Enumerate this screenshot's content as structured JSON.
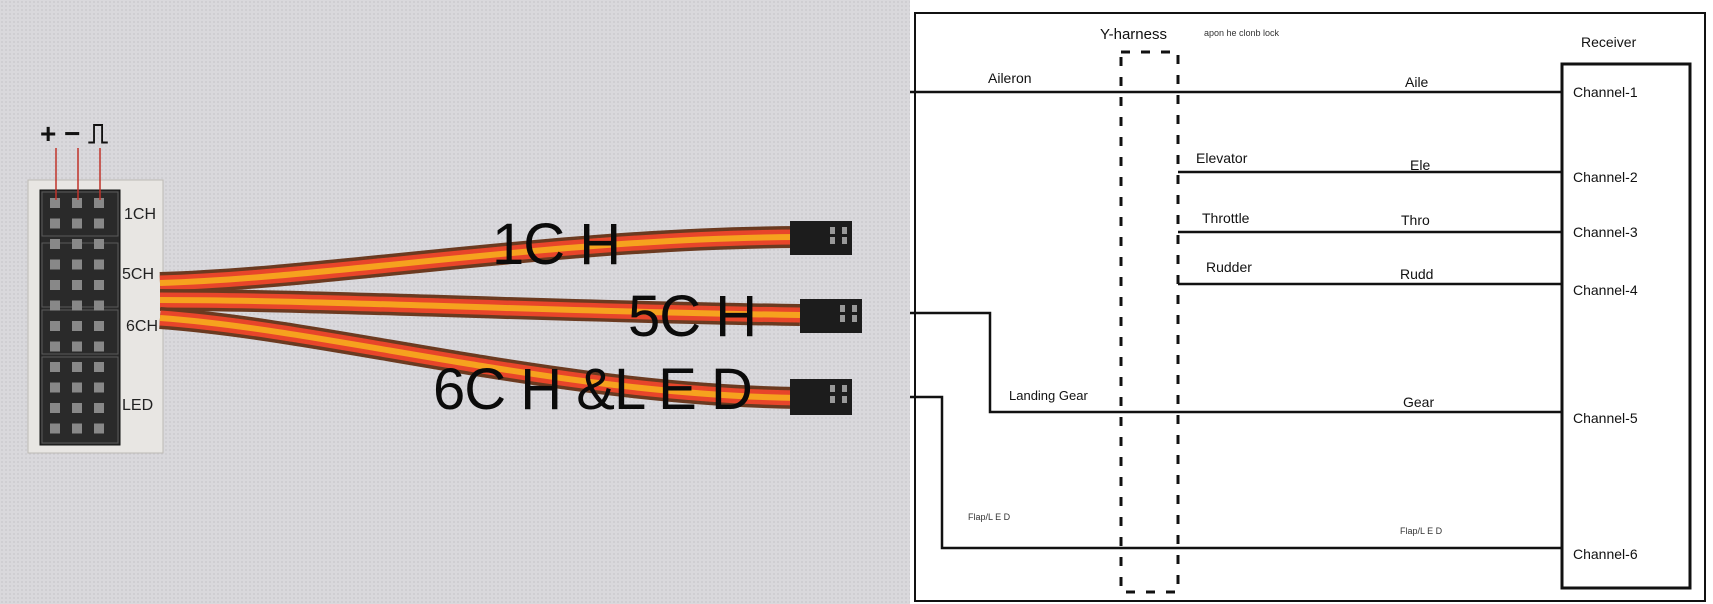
{
  "photo": {
    "polarity": "+ − ⎍",
    "pin_labels": [
      "1CH",
      "5CH",
      "6CH",
      "LED"
    ],
    "cable_labels": [
      "1C H",
      "5C H",
      "6C H &L E D"
    ]
  },
  "diagram": {
    "harness_title": "Y-harness",
    "harness_note": "apon he clonb lock",
    "receiver_title": "Receiver",
    "left_labels": [
      "Aileron",
      "Elevator",
      "Throttle",
      "Rudder",
      "Landing Gear",
      "Flap/L E D"
    ],
    "wire_labels": [
      "Aile",
      "Ele",
      "Thro",
      "Rudd",
      "Gear",
      "Flap/L E D"
    ],
    "channels": [
      "Channel-1",
      "Channel-2",
      "Channel-3",
      "Channel-4",
      "Channel-5",
      "Channel-6"
    ]
  },
  "colors": {
    "wire_red": "#e8452a",
    "wire_orange": "#f6a21e",
    "wire_brown": "#6b3a20",
    "line": "#111111"
  }
}
